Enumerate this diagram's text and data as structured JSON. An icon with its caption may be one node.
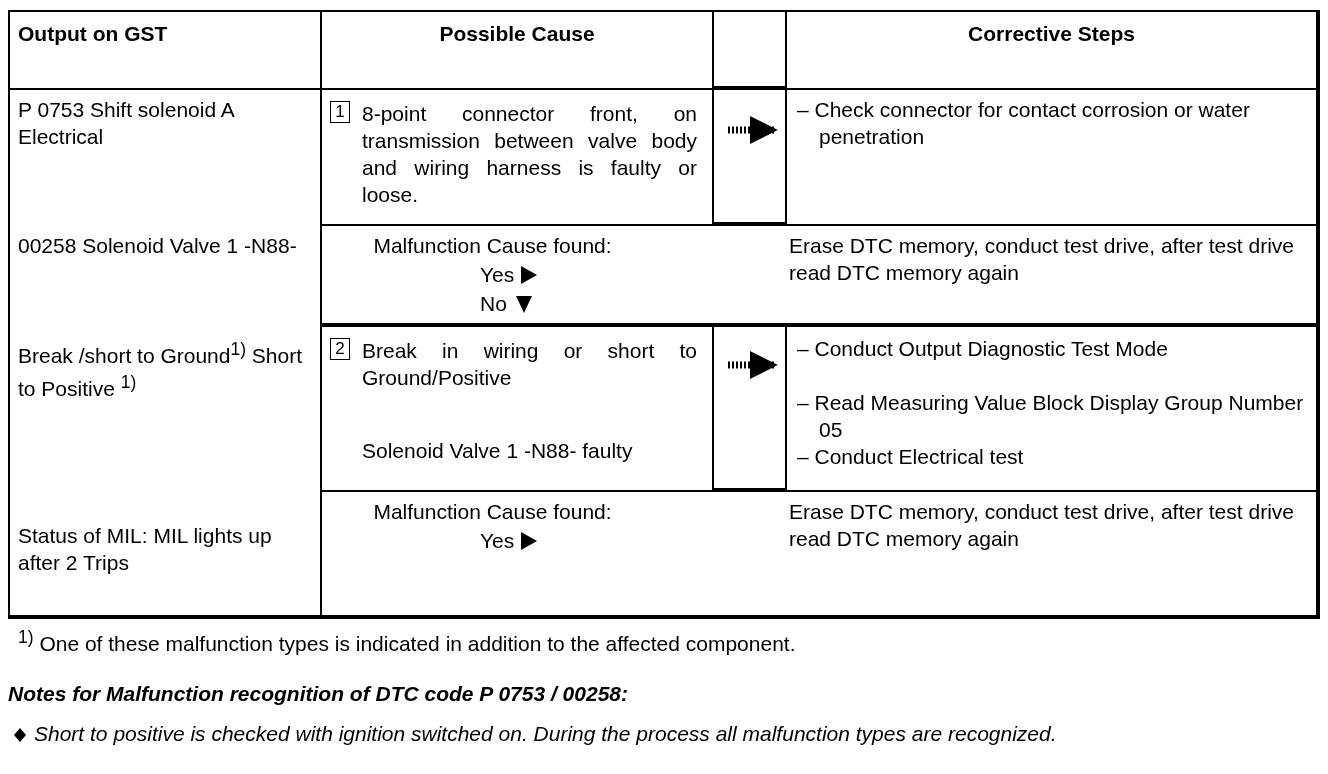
{
  "diagram": {
    "nodes": [
      {
        "text": [
          "Output on GST"
        ]
      },
      {
        "text": [
          "Possible Cause"
        ]
      },
      {
        "text": [
          "Corrective Steps"
        ]
      },
      {
        "text": [
          "P 0753 Shift solenoid A Electrical",
          "00258 Solenoid Valve 1 -N88-",
          "Break /short to Ground$^{1)}$ Short to Positive $^{1)}$",
          "Status of MIL: MIL lights up after 2 Trips"
        ]
      },
      {
        "text": [
          "1",
          "8-point connector front, on transmission between valve body and wiring harness is faulty or loose."
        ]
      },
      {
        "text": [
          "– Check connector for contact corrosion or water penetration"
        ]
      },
      {
        "text": [
          "Malfunction Cause found:",
          "Yes",
          "No"
        ]
      },
      {
        "text": [
          "Erase DTC memory, conduct test drive, after test drive read DTC memory again"
        ]
      },
      {
        "text": [
          "2",
          "Break in wiring or short to Ground/Positive",
          "Solenoid Valve 1 -N88- faulty"
        ]
      },
      {
        "text": [
          "– Conduct Output Diagnostic Test Mode",
          "– Read Measuring Value Block Display Group Number 05",
          "– Conduct Electrical test"
        ]
      },
      {
        "text": [
          "Malfunction Cause found:",
          "Yes"
        ]
      },
      {
        "text": [
          "Erase DTC memory, conduct test drive, after test drive read DTC memory again"
        ]
      }
    ],
    "edges": [
      {
        "from": 4,
        "to": 5,
        "arrow": "to",
        "style": "dashed"
      },
      {
        "from": 8,
        "to": 9,
        "arrow": "to",
        "style": "dashed"
      }
    ],
    "labels": [
      "$^{1)}$ One of these malfunction types is indicated in addition to the affected component.",
      "Notes for Malfunction recognition of DTC code P 0753 / 00258:",
      "Short to positive is checked with ignition switched on. During the process all malfunction types are recognized."
    ]
  }
}
